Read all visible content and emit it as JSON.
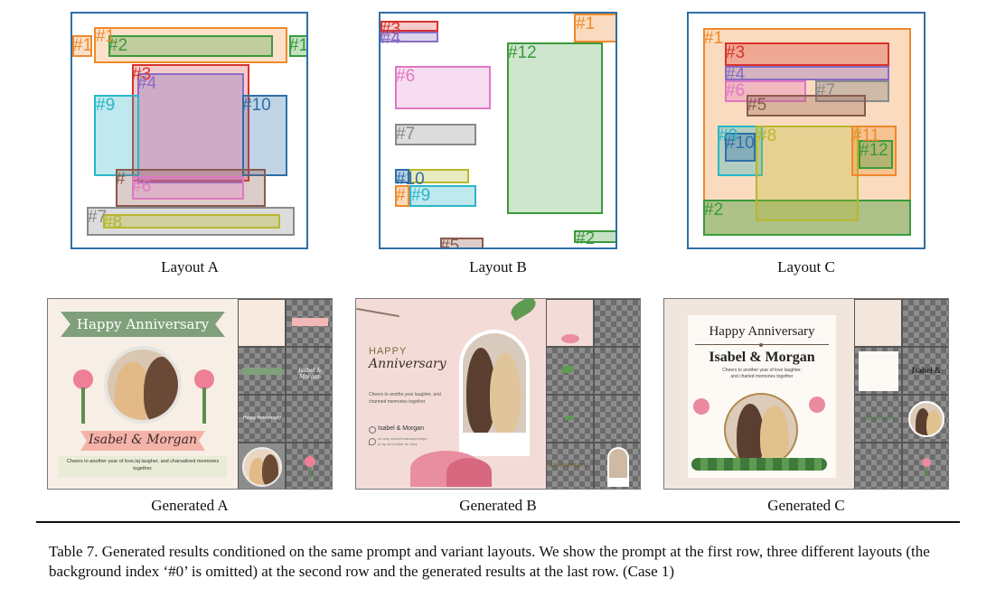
{
  "layouts": [
    {
      "caption": "Layout A",
      "labels": [
        "#1",
        "#1",
        "#2",
        "#1",
        "#3",
        "#4",
        "#9",
        "#10",
        "#",
        "#6",
        "#7",
        "#8"
      ]
    },
    {
      "caption": "Layout B",
      "labels": [
        "#3",
        "#4",
        "#1",
        "#12",
        "#6",
        "#7",
        "#10",
        "#",
        "#9",
        "#5",
        "#2"
      ]
    },
    {
      "caption": "Layout C",
      "labels": [
        "#1",
        "#3",
        "#4",
        "#6",
        "#7",
        "#5",
        "#9",
        "#10",
        "#8",
        "#11",
        "#12",
        "#2"
      ]
    }
  ],
  "generated": [
    {
      "caption": "Generated A",
      "title": "Happy Anniversary",
      "names": "Isabel & Morgan",
      "message": "Cheers to another year of love,laj laugher, and charsalined memories together.",
      "cell_texts": [
        "Isabel & Morgan",
        "Happy Anniversary"
      ]
    },
    {
      "caption": "Generated B",
      "title_line1": "HAPPY",
      "title_line2": "Anniversary",
      "message": "Cheers to anothe year laughter, and charmed memories together.",
      "names": "Isabel & Morgan",
      "detail": "sn arily nesselmhareapenhepe\nar by wd brolder for tiesy",
      "cell_text": "Anniversary"
    },
    {
      "caption": "Generated C",
      "title": "Happy Anniversary",
      "names": "Isabel & Morgan",
      "message": "Cheers to another year of love laughter,\nand charled memories together",
      "cell_texts": [
        "Isabel &",
        "Anniversary"
      ]
    }
  ],
  "table_caption": "Table 7. Generated results conditioned on the same prompt and variant layouts. We show the prompt at the first row, three different layouts (the background index ‘#0’ is omitted) at the second row and the generated results at the last row. (Case 1)",
  "colors": {
    "frame": "#2d6fa8",
    "orange": "#f0892a",
    "green": "#3a9a3a",
    "red": "#d8322e",
    "purple": "#8a6cc4",
    "cyan": "#2ab6c8",
    "blue": "#2d6fa8",
    "brown": "#8a5a4e",
    "pink": "#e078c4",
    "gray": "#8a8a8a",
    "olive": "#b8b82e"
  }
}
